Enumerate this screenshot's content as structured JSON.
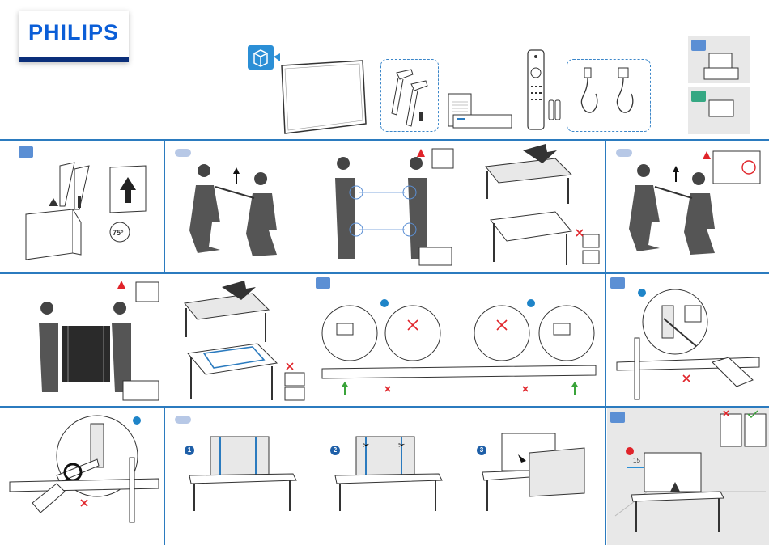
{
  "brand": {
    "name": "PHILIPS",
    "color": "#0b5ed7",
    "bar_color": "#0b2f7a"
  },
  "labels": {
    "angle": "75°",
    "distance_cm": "15"
  },
  "steps": {
    "row4_1": "1",
    "row4_2": "2",
    "row4_3": "3"
  },
  "colors": {
    "accent": "#2b7bbf",
    "warn": "#e0242a",
    "ok": "#3aa33a",
    "badge_green": "#35a883"
  },
  "icons": [
    "box-icon",
    "warning-icon",
    "cross-icon",
    "check-icon",
    "up-arrow-icon",
    "scissors-icon",
    "screwdriver-icon",
    "remote-icon",
    "power-cable-icon"
  ]
}
